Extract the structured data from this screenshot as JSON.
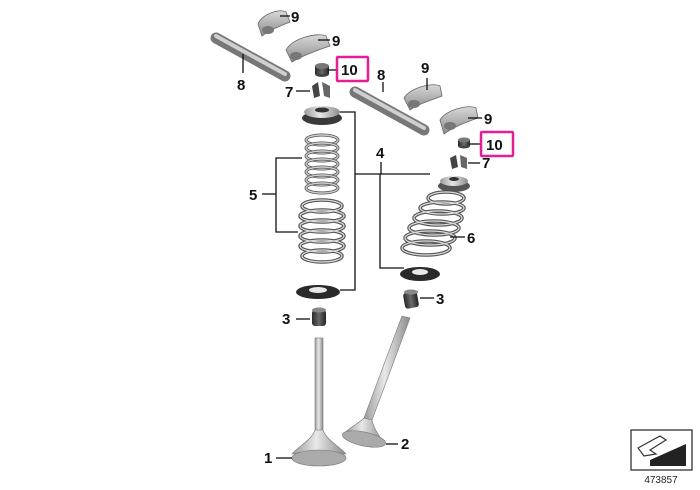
{
  "diagram": {
    "drawing_number": "473857",
    "highlight_color": "#e61e96",
    "parts": {
      "valve_intake": "1",
      "valve_exhaust": "2",
      "valve_stem_seal_left": "3",
      "valve_stem_seal_right": "3",
      "spring_assembly": "4",
      "springs_left": "5",
      "spring_right": "6",
      "valve_keeper_left": "7",
      "valve_keeper_right": "7",
      "rocker_shaft_left": "8",
      "rocker_shaft_right": "8",
      "rocker_arm_left_top": "9",
      "rocker_arm_left_bottom": "9",
      "rocker_arm_right_top": "9",
      "rocker_arm_right_bottom": "9",
      "adjuster_left": "10",
      "adjuster_right": "10"
    }
  }
}
